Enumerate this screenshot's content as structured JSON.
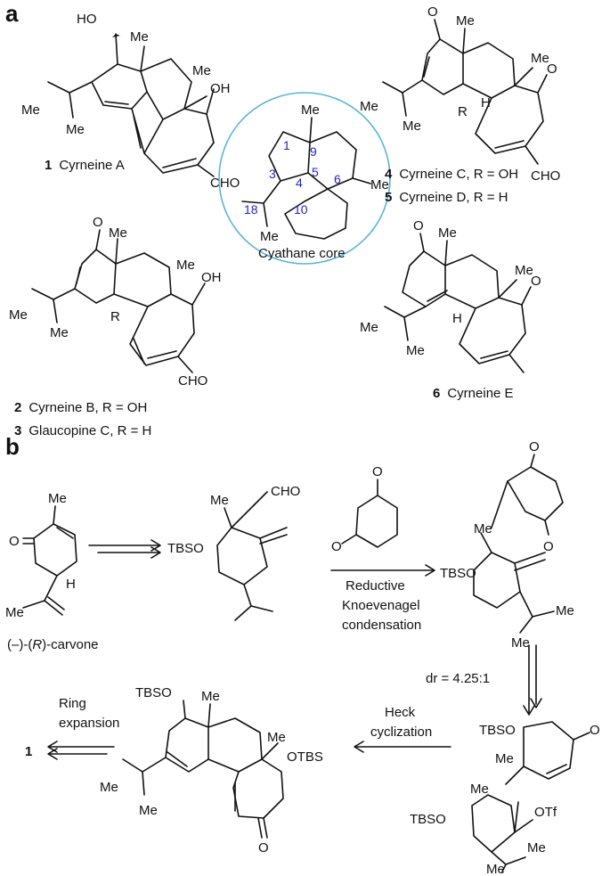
{
  "panel_a": {
    "label": "a",
    "compounds": [
      {
        "num": "1",
        "name": "Cyrneine A"
      },
      {
        "num": "2",
        "name": "Cyrneine B, R = OH"
      },
      {
        "num": "3",
        "name": "Glaucopine C, R = H"
      },
      {
        "num": "4",
        "name": "Cyrneine C, R = OH"
      },
      {
        "num": "5",
        "name": "Cyrneine D, R = H"
      },
      {
        "num": "6",
        "name": "Cyrneine E"
      }
    ],
    "core": {
      "caption": "Cyathane core",
      "numbers": [
        "1",
        "3",
        "4",
        "5",
        "6",
        "9",
        "10",
        "18"
      ],
      "circle_color": "#5ab4d6",
      "number_color": "#2323c8"
    },
    "atoms": {
      "HO": "HO",
      "OH": "OH",
      "Me": "Me",
      "CHO": "CHO",
      "O": "O",
      "R": "R",
      "H": "H"
    }
  },
  "panel_b": {
    "label": "b",
    "start": "(–)-(R)-carvone",
    "start_parts": [
      "(–)-(",
      "R",
      ")-carvone"
    ],
    "reagent_label": [
      "Reductive",
      "Knoevenagel",
      "condensation"
    ],
    "dr": "dr = 4.25:1",
    "heck": [
      "Heck",
      "cyclization"
    ],
    "ring": [
      "Ring",
      "expansion"
    ],
    "target": "1",
    "atoms": {
      "TBSO": "TBSO",
      "OTBS": "OTBS",
      "OTf": "OTf",
      "CHO": "CHO",
      "Me": "Me",
      "O": "O",
      "H": "H"
    }
  }
}
